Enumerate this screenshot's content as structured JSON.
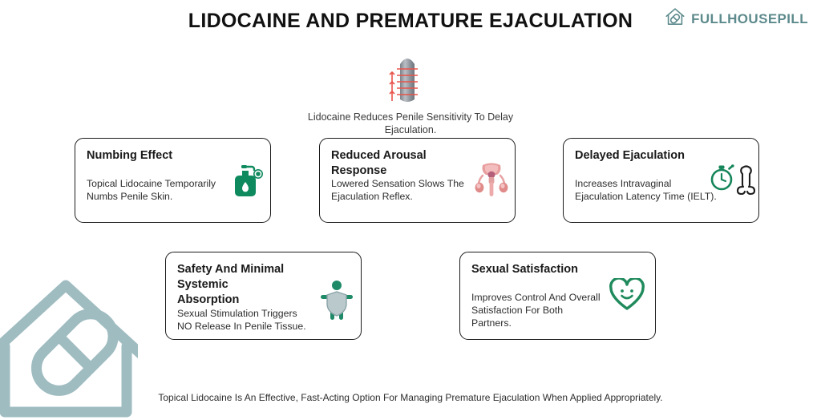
{
  "header": {
    "title": "LIDOCAINE AND PREMATURE EJACULATION",
    "brand_name": "FULLHOUSEPILL",
    "brand_color": "#5d8a8c",
    "brand_icon": "house-pill-logo-icon"
  },
  "hero": {
    "illustration_icon": "penis-shaft-sensitivity-icon",
    "caption": "Lidocaine Reduces Penile Sensitivity To Delay Ejaculation."
  },
  "cards": [
    {
      "title": "Numbing Effect",
      "body": "Topical Lidocaine Temporarily Numbs Penile Skin.",
      "icon": "lotion-pump-bottle-icon",
      "icon_color": "#15855a"
    },
    {
      "title": "Reduced Arousal Response",
      "body": "Lowered Sensation Slows The Ejaculation Reflex.",
      "icon": "male-reproductive-anatomy-icon",
      "icon_color": "#e08a8a"
    },
    {
      "title": "Delayed Ejaculation",
      "body": "Increases Intravaginal Ejaculation Latency Time (IELT).",
      "icon": "stopwatch-penis-icon",
      "icon_color": "#15855a"
    },
    {
      "title": "Safety And Minimal Systemic\n Absorption",
      "body": "Sexual Stimulation Triggers NO Release In Penile Tissue.",
      "icon": "person-shield-safety-icon",
      "icon_color": "#1f8a68"
    },
    {
      "title": "Sexual Satisfaction",
      "body": "Improves Control And Overall Satisfaction For Both Partners.",
      "icon": "smiling-heart-icon",
      "icon_color": "#1f8a5c"
    }
  ],
  "footer": {
    "note": "Topical Lidocaine Is An Effective, Fast-Acting Option For Managing Premature Ejaculation When Applied Appropriately."
  },
  "watermark": {
    "icon": "house-pill-watermark-icon",
    "color": "#9fbcc1"
  }
}
